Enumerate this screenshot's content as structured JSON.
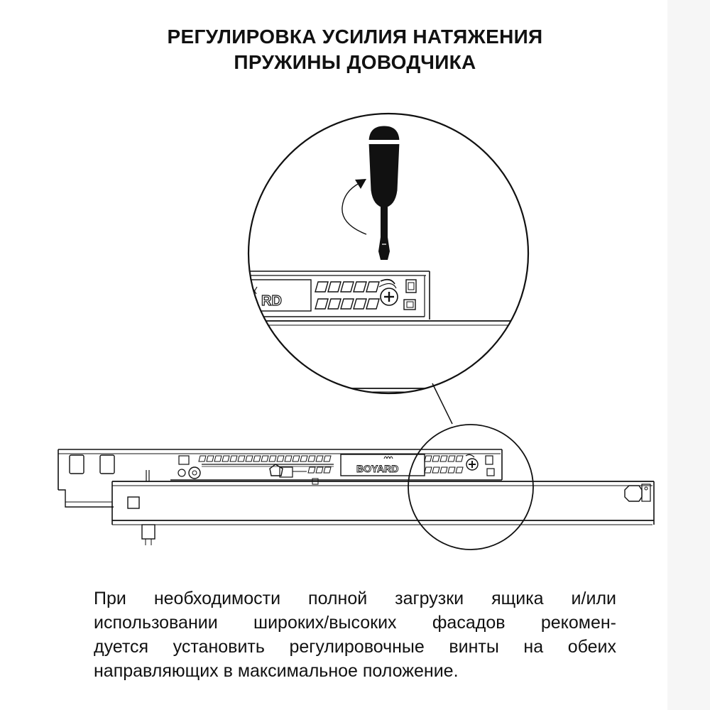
{
  "title": {
    "line1": "РЕГУЛИРОВКА УСИЛИЯ НАТЯЖЕНИЯ",
    "line2": "ПРУЖИНЫ ДОВОДЧИКА"
  },
  "diagram": {
    "brand_zoomed": "RD",
    "brand_main": "BOYARD",
    "icons": [
      "screwdriver-icon",
      "rotation-arrow-icon",
      "adjustment-screw-icon",
      "brand-logo-icon"
    ]
  },
  "note": {
    "line1": "При необходимости полной загрузки ящика и/или",
    "line2": "использовании широких/высоких фасадов рекомен-",
    "line3": "дуется установить регулировочные винты на обеих",
    "line4": "направляющих в максимальное положение."
  }
}
